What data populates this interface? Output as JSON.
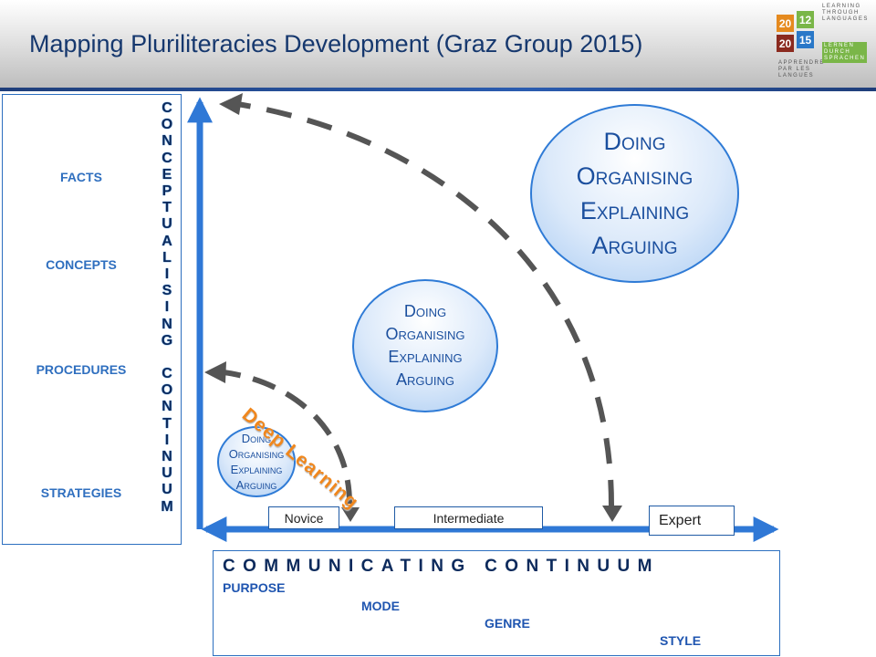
{
  "header": {
    "title": "Mapping Pluriliteracies Development  (Graz Group 2015)"
  },
  "logo": {
    "tiles": [
      "20",
      "12",
      "20",
      "15"
    ],
    "line_top": [
      "LEARNING",
      "THROUGH",
      "LANGUAGES"
    ],
    "line_bottom_left": [
      "APPRENDRE",
      "PAR LES",
      "LANGUES"
    ],
    "line_bottom_right": [
      "LERNEN",
      "DURCH",
      "SPRACHEN"
    ]
  },
  "left_panel": {
    "items": [
      "FACTS",
      "CONCEPTS",
      "PROCEDURES",
      "STRATEGIES"
    ]
  },
  "vertical_axis_label": "CONCEPTUALISING CONTINUUM",
  "levels": [
    "Novice",
    "Intermediate",
    "Expert"
  ],
  "circles": {
    "lines": [
      "Doing",
      "Organising",
      "Explaining",
      "Arguing"
    ]
  },
  "deep_learning": "Deep Learning",
  "bottom_panel": {
    "title": "COMMUNICATING CONTINUUM",
    "items": [
      "PURPOSE",
      "MODE",
      "GENRE",
      "STYLE"
    ]
  },
  "colors": {
    "axis": "#2f78d6",
    "dash_arrow": "#555555",
    "deep_learning": "#f0871d",
    "title": "#16386e"
  }
}
